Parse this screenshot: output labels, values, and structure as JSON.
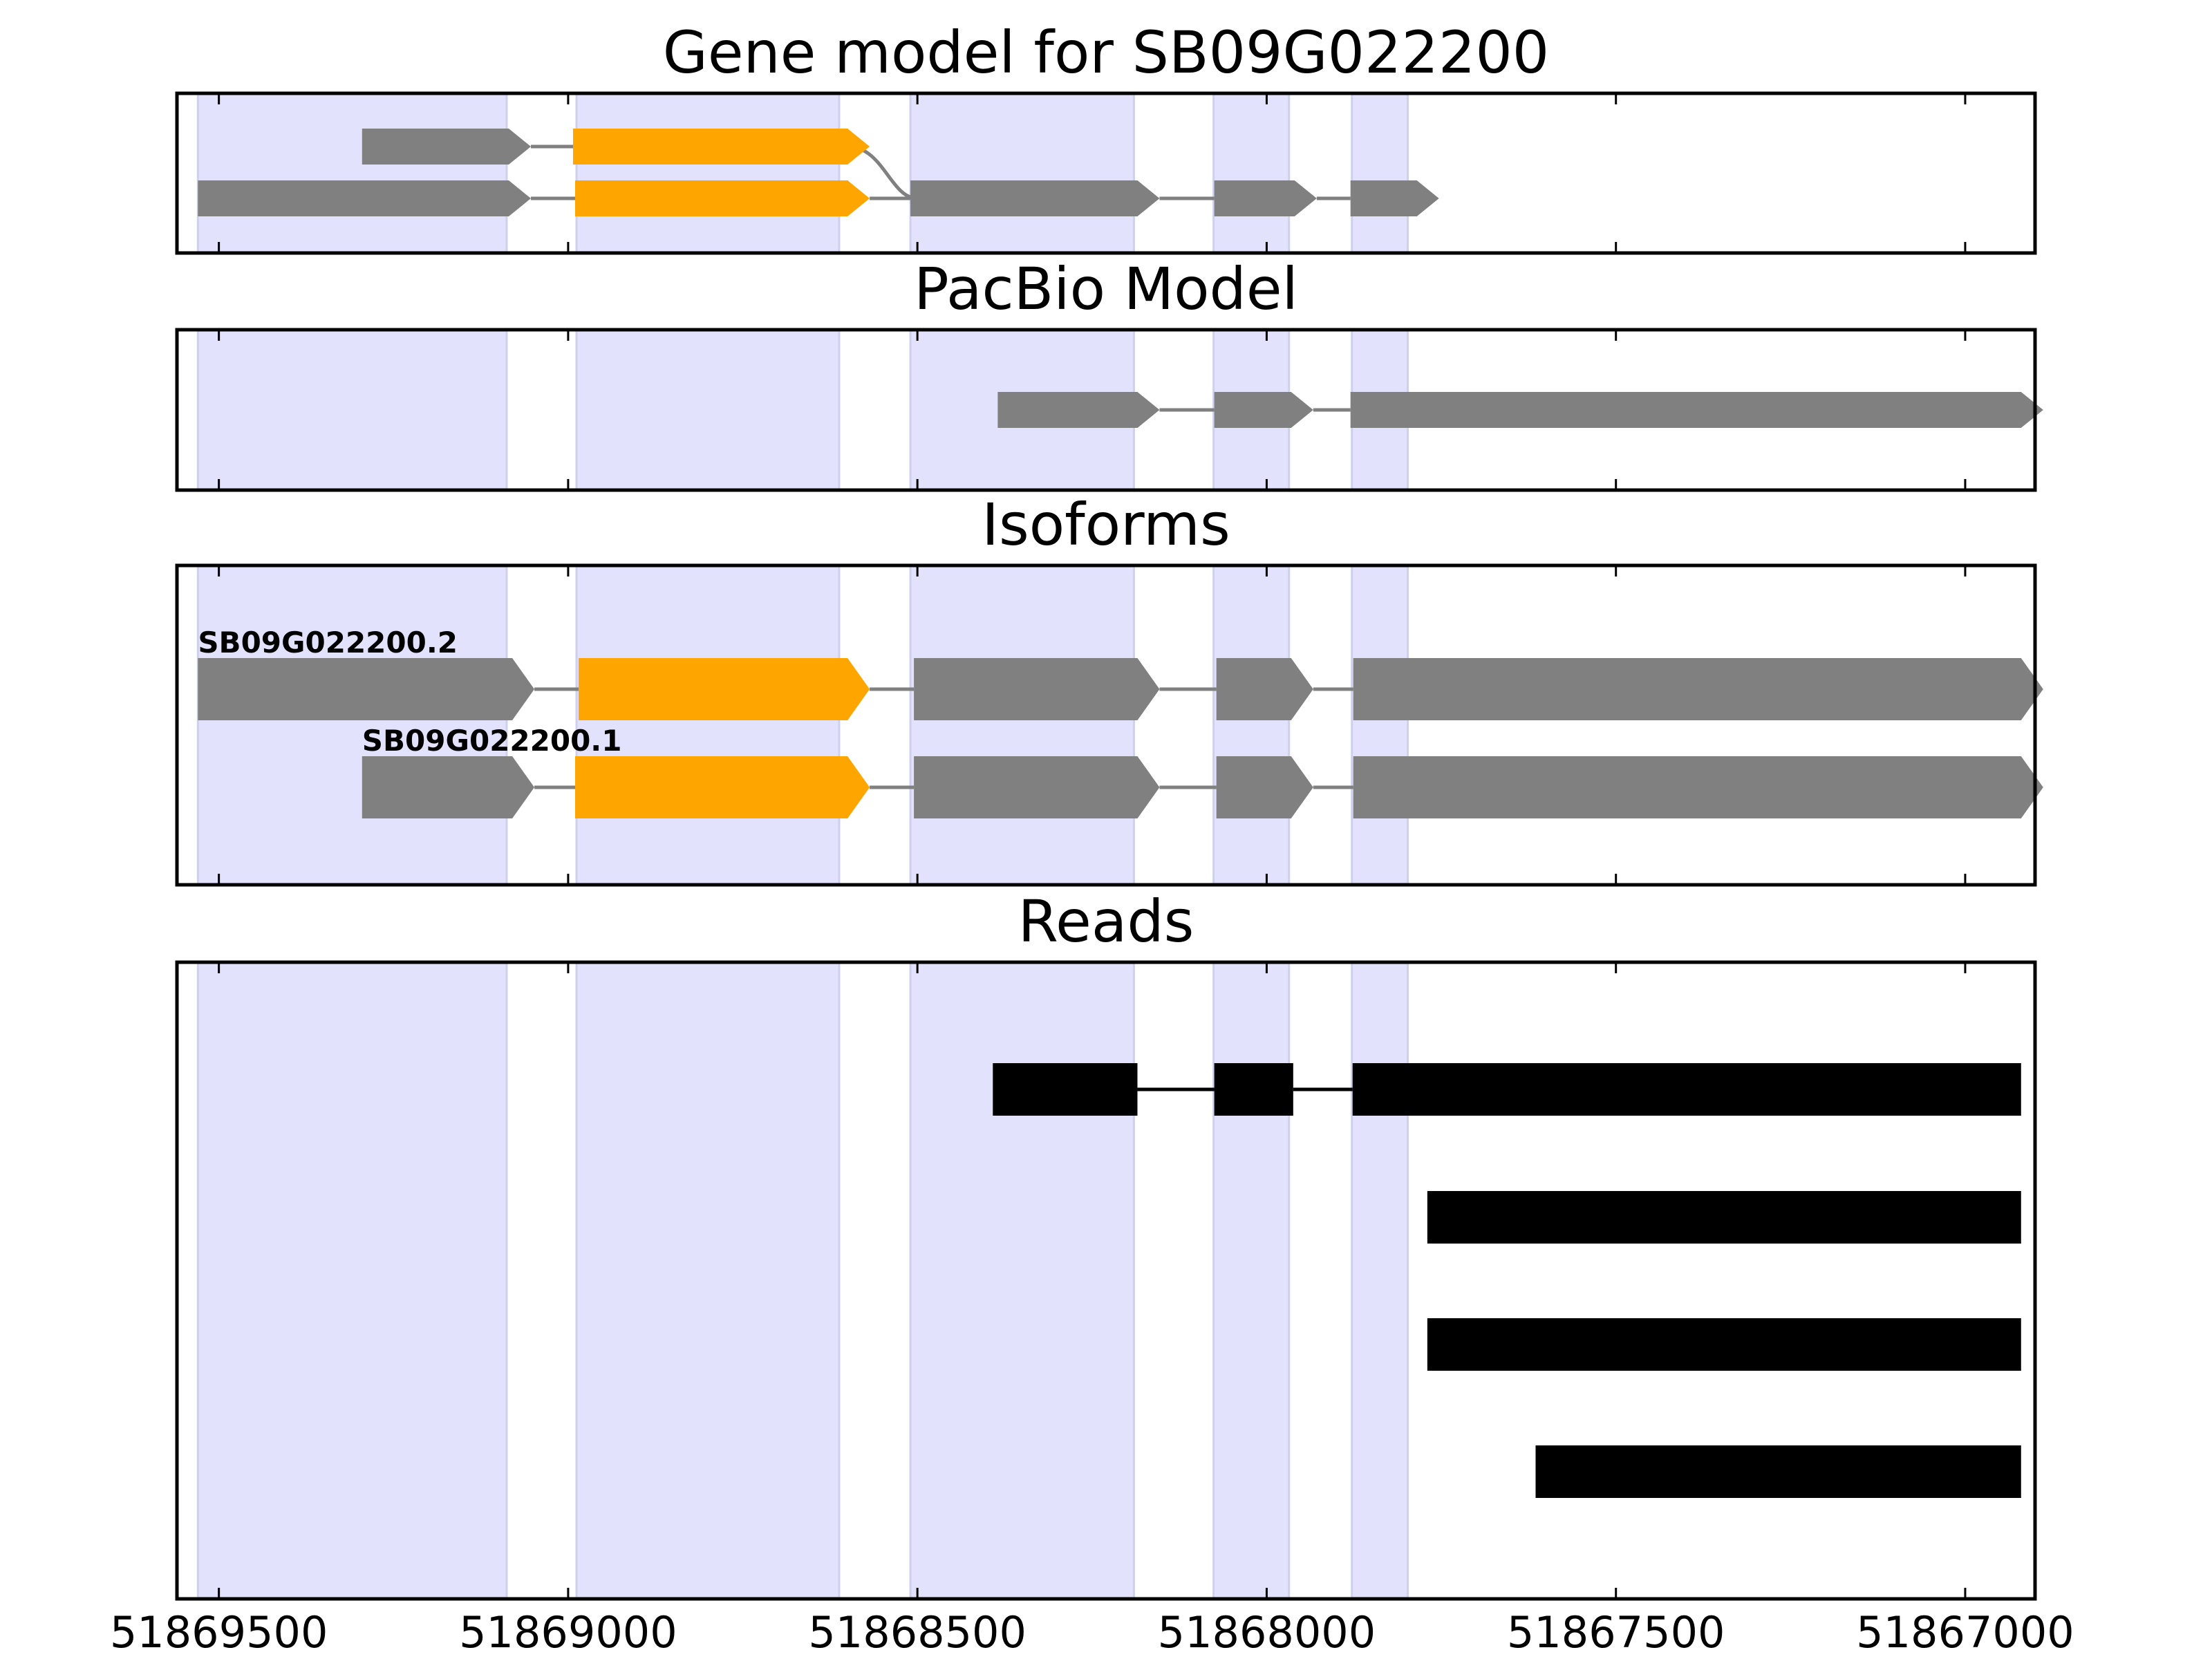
{
  "colors": {
    "exon_shade": "#e2e2fd",
    "exon_shade_edge": "#cfd0ee",
    "feature": "#808080",
    "cds": "#ffa500",
    "read": "#000000",
    "intron": "#808080",
    "frame": "#000000"
  },
  "chart_data": {
    "type": "gene-structure",
    "x_axis": {
      "reversed": true,
      "range": [
        51869560,
        51866900
      ],
      "ticks": [
        51869500,
        51869000,
        51868500,
        51868000,
        51867500,
        51867000
      ],
      "tick_labels": [
        "51869500",
        "51869000",
        "51868500",
        "51868000",
        "51867500",
        "51867000"
      ]
    },
    "exon_shading": [
      [
        51869530,
        51869088
      ],
      [
        51868988,
        51868612
      ],
      [
        51868510,
        51868190
      ],
      [
        51868076,
        51867968
      ],
      [
        51867878,
        51867798
      ]
    ],
    "panels": [
      {
        "id": "gene-model",
        "title": "Gene model for SB09G022200",
        "rows": 2,
        "tracks": [
          {
            "row": 0,
            "label": "",
            "segments": [
              {
                "start": 51869295,
                "end": 51869085,
                "kind": "utr"
              },
              {
                "start": 51868993,
                "end": 51868600,
                "kind": "cds"
              }
            ],
            "link_to": {
              "row": 1,
              "pos": 51868500
            }
          },
          {
            "row": 1,
            "label": "",
            "segments": [
              {
                "start": 51869530,
                "end": 51869085,
                "kind": "utr"
              },
              {
                "start": 51868990,
                "end": 51868600,
                "kind": "cds"
              },
              {
                "start": 51868510,
                "end": 51868185,
                "kind": "utr"
              },
              {
                "start": 51868075,
                "end": 51867960,
                "kind": "utr"
              },
              {
                "start": 51867880,
                "end": 51867785,
                "kind": "utr"
              }
            ]
          }
        ]
      },
      {
        "id": "pacbio-model",
        "title": "PacBio Model",
        "rows": 1,
        "tracks": [
          {
            "row": 0,
            "label": "",
            "segments": [
              {
                "start": 51868385,
                "end": 51868185,
                "kind": "utr"
              },
              {
                "start": 51868075,
                "end": 51867965,
                "kind": "utr"
              },
              {
                "start": 51867880,
                "end": 51866920,
                "kind": "utr"
              }
            ]
          }
        ]
      },
      {
        "id": "isoforms",
        "title": "Isoforms",
        "rows": 2,
        "tracks": [
          {
            "row": 0,
            "label": "SB09G022200.2",
            "segments": [
              {
                "start": 51869530,
                "end": 51869080,
                "kind": "utr"
              },
              {
                "start": 51868985,
                "end": 51868600,
                "kind": "cds"
              },
              {
                "start": 51868505,
                "end": 51868185,
                "kind": "utr"
              },
              {
                "start": 51868072,
                "end": 51867965,
                "kind": "utr"
              },
              {
                "start": 51867876,
                "end": 51866920,
                "kind": "utr"
              }
            ]
          },
          {
            "row": 1,
            "label": "SB09G022200.1",
            "segments": [
              {
                "start": 51869295,
                "end": 51869080,
                "kind": "utr"
              },
              {
                "start": 51868990,
                "end": 51868600,
                "kind": "cds"
              },
              {
                "start": 51868505,
                "end": 51868185,
                "kind": "utr"
              },
              {
                "start": 51868072,
                "end": 51867965,
                "kind": "utr"
              },
              {
                "start": 51867876,
                "end": 51866920,
                "kind": "utr"
              }
            ]
          }
        ]
      },
      {
        "id": "reads",
        "title": "Reads",
        "rows": 4,
        "tracks": [
          {
            "row": 0,
            "label": "",
            "segments": [
              {
                "start": 51868392,
                "end": 51868185,
                "kind": "read"
              },
              {
                "start": 51868075,
                "end": 51867962,
                "kind": "read"
              },
              {
                "start": 51867877,
                "end": 51866920,
                "kind": "read"
              }
            ]
          },
          {
            "row": 1,
            "label": "",
            "segments": [
              {
                "start": 51867770,
                "end": 51866920,
                "kind": "read"
              }
            ]
          },
          {
            "row": 2,
            "label": "",
            "segments": [
              {
                "start": 51867770,
                "end": 51866920,
                "kind": "read"
              }
            ]
          },
          {
            "row": 3,
            "label": "",
            "segments": [
              {
                "start": 51867615,
                "end": 51866920,
                "kind": "read"
              }
            ]
          }
        ]
      }
    ]
  }
}
